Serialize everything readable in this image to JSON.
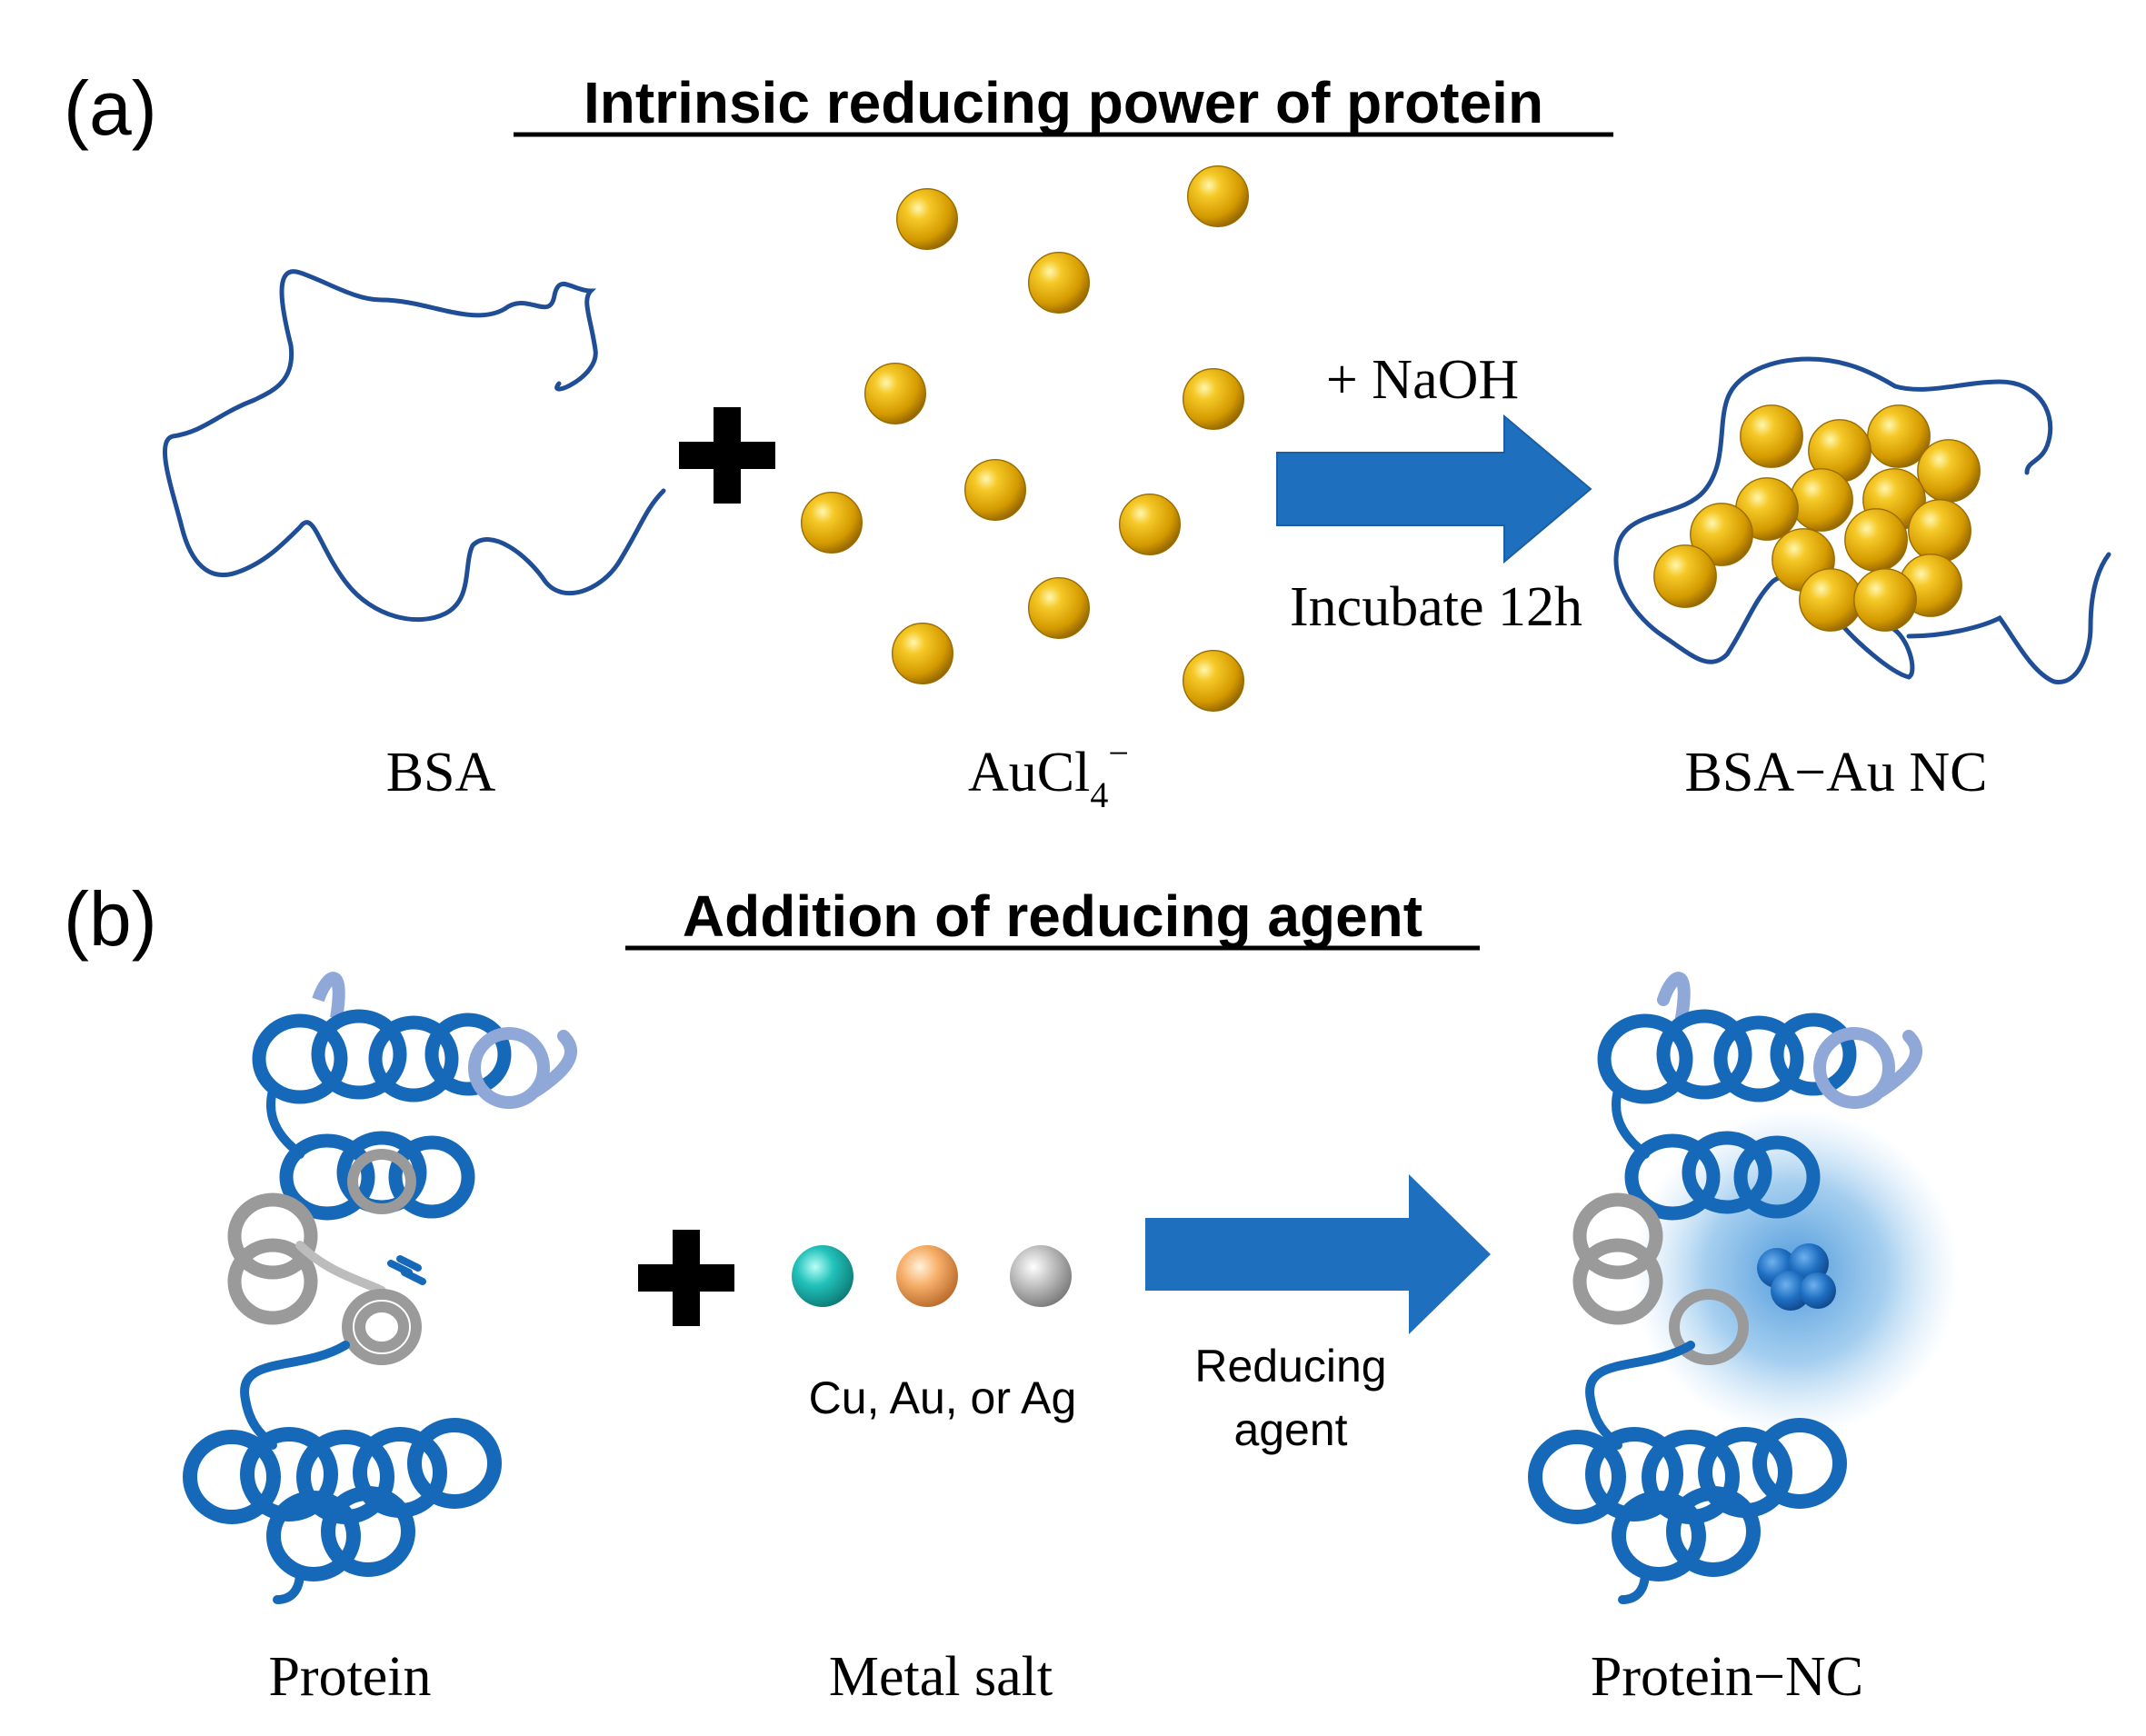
{
  "panel_a": {
    "letter": "(a)",
    "title": "Intrinsic reducing power of protein",
    "label_bsa": "BSA",
    "label_aucl_base": "AuCl",
    "label_aucl_sub": "4",
    "label_aucl_sup": "−",
    "arrow_top": "+ NaOH",
    "arrow_bottom": "Incubate 12h",
    "label_product": "BSA−Au NC",
    "colors": {
      "strand": "#1f4e97",
      "gold": "#d9a300",
      "arrow": "#1f6fbf"
    }
  },
  "panel_b": {
    "letter": "(b)",
    "title": "Addition of reducing agent",
    "metals_caption": "Cu, Au, or Ag",
    "metal_colors": [
      "#1cb5b0",
      "#f2a25c",
      "#a8a8a8"
    ],
    "arrow_line1": "Reducing",
    "arrow_line2": "agent",
    "label_protein": "Protein",
    "label_metal_salt": "Metal salt",
    "label_product": "Protein−NC",
    "colors": {
      "helix": "#1668b8",
      "helix_light": "#8fa8d8",
      "helix_grey": "#9a9a9a",
      "arrow": "#1f6fbf",
      "glow": "#3b8ed6"
    }
  }
}
